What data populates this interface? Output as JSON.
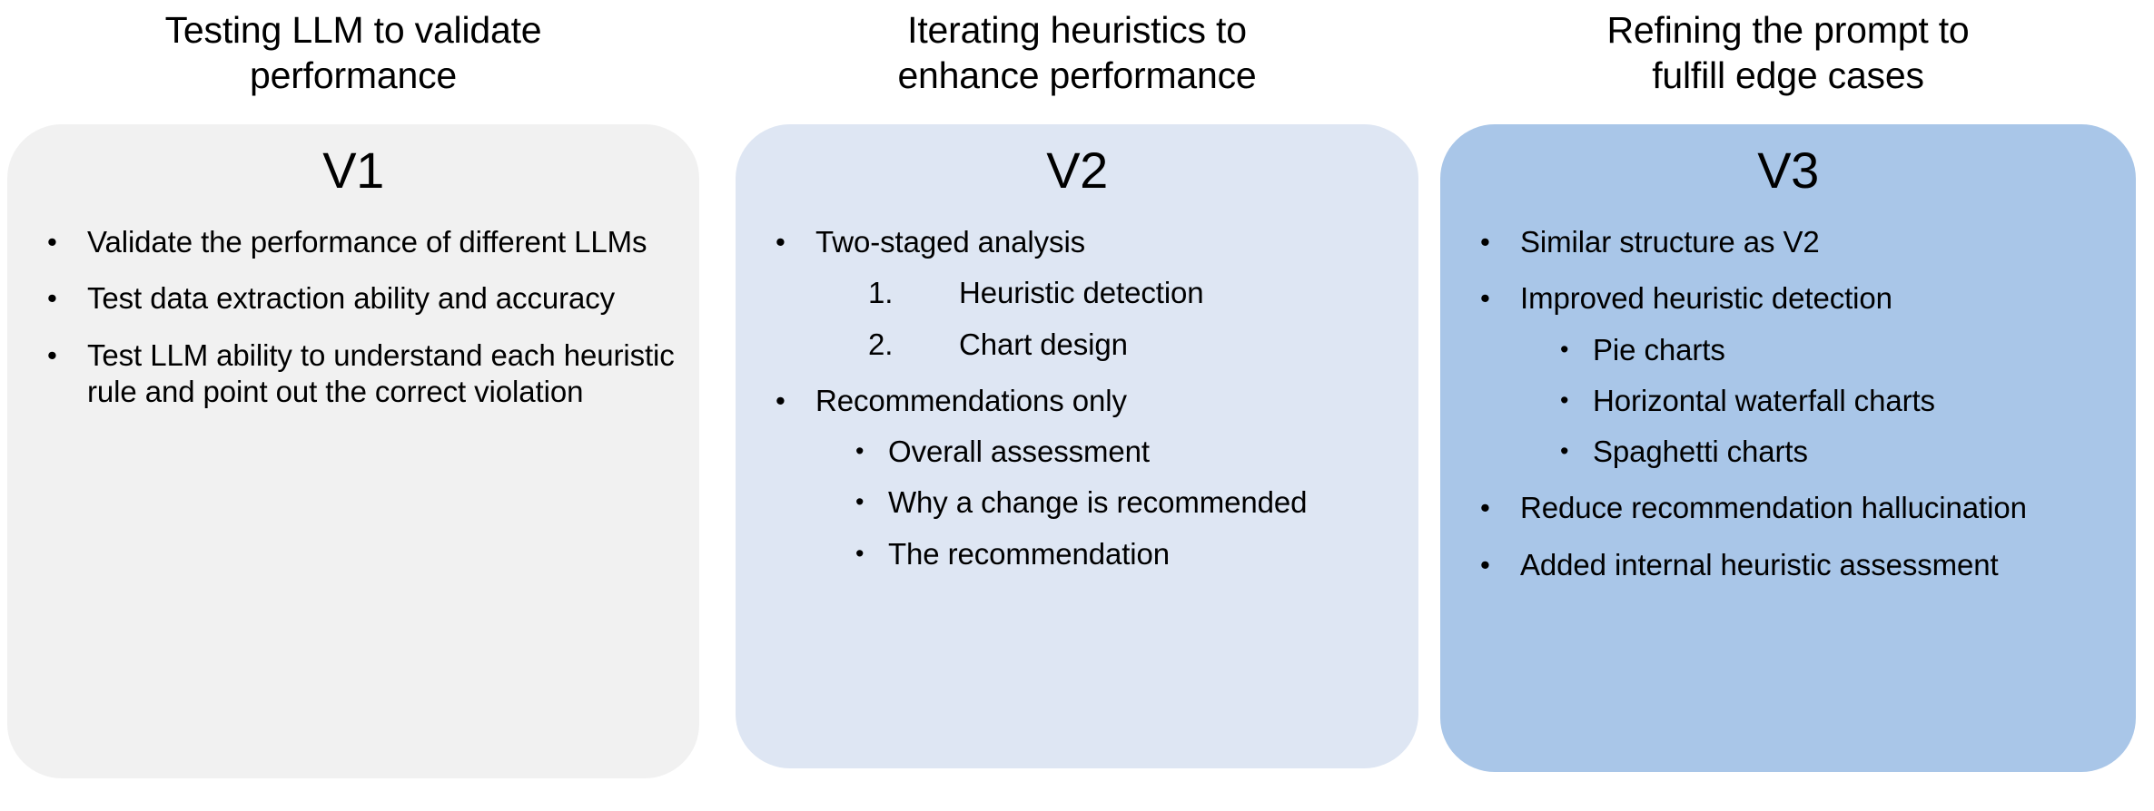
{
  "slide": {
    "background_color": "#FFFFFF",
    "text_color": "#000000"
  },
  "columns": [
    {
      "heading": "Testing LLM to validate\nperformance",
      "card": {
        "title": "V1",
        "background_color": "#F1F1F1",
        "bullets": [
          {
            "level": 1,
            "marker": "•",
            "text": "Validate the performance of different LLMs"
          },
          {
            "level": 1,
            "marker": "•",
            "text": "Test data extraction ability and accuracy"
          },
          {
            "level": 1,
            "marker": "•",
            "text": "Test LLM ability to understand each heuristic rule and point out the correct violation"
          }
        ]
      }
    },
    {
      "heading": "Iterating heuristics to\nenhance performance",
      "card": {
        "title": "V2",
        "background_color": "#DEE6F3",
        "bullets": [
          {
            "level": 1,
            "marker": "•",
            "text": "Two-staged analysis"
          },
          {
            "level": 2,
            "marker": "1.",
            "text": "Heuristic detection",
            "numbered": true
          },
          {
            "level": 2,
            "marker": "2.",
            "text": "Chart design",
            "numbered": true
          },
          {
            "level": 1,
            "marker": "•",
            "text": "Recommendations only"
          },
          {
            "level": 2,
            "marker": "•",
            "text": "Overall assessment"
          },
          {
            "level": 2,
            "marker": "•",
            "text": "Why a change is recommended"
          },
          {
            "level": 2,
            "marker": "•",
            "text": "The recommendation"
          }
        ]
      }
    },
    {
      "heading": "Refining the prompt to\nfulfill edge cases",
      "card": {
        "title": "V3",
        "background_color": "#A9C6E8",
        "bullets": [
          {
            "level": 1,
            "marker": "•",
            "text": "Similar structure as V2"
          },
          {
            "level": 1,
            "marker": "•",
            "text": "Improved heuristic detection"
          },
          {
            "level": 2,
            "marker": "•",
            "text": "Pie charts"
          },
          {
            "level": 2,
            "marker": "•",
            "text": "Horizontal waterfall charts"
          },
          {
            "level": 2,
            "marker": "•",
            "text": "Spaghetti charts"
          },
          {
            "level": 1,
            "marker": "•",
            "text": "Reduce recommendation hallucination"
          },
          {
            "level": 1,
            "marker": "•",
            "text": "Added internal heuristic assessment"
          }
        ]
      }
    }
  ]
}
